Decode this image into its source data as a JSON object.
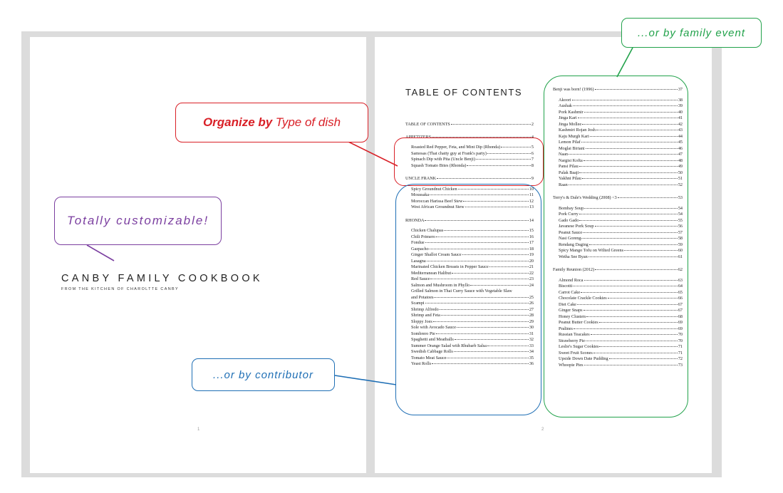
{
  "cover": {
    "title": "CANBY FAMILY COOKBOOK",
    "subtitle": "FROM THE KITCHEN OF CHAROLTTE CANBY",
    "page_number": "1"
  },
  "toc": {
    "heading": "TABLE OF CONTENTS",
    "page_number": "2",
    "left_column": [
      {
        "title": "TABLE OF CONTENTS",
        "page": "2",
        "items": []
      },
      {
        "title": "APPETIZERS",
        "page": "4",
        "items": [
          {
            "label": "Roasted Red Pepper, Feta, and Mint Dip (Rhonda)",
            "page": "5"
          },
          {
            "label": "Samosas (That chatty guy at Frank's party)",
            "page": "6"
          },
          {
            "label": "Spinach Dip with Pita (Uncle Benji)",
            "page": "7"
          },
          {
            "label": "Squash Tomato Bites (Rhonda)",
            "page": "8"
          }
        ]
      },
      {
        "title": "UNCLE FRANK",
        "page": "9",
        "items": [
          {
            "label": "Spicy Groundnut Chicken",
            "page": "10"
          },
          {
            "label": "Moussaka",
            "page": "11"
          },
          {
            "label": "Moroccan Harissa Beef Stew",
            "page": "12"
          },
          {
            "label": "West African Groundnut Stew",
            "page": "13"
          }
        ]
      },
      {
        "title": "RHONDA",
        "page": "14",
        "items": [
          {
            "label": "Chicken Chalupas",
            "page": "15"
          },
          {
            "label": "Chili Primero",
            "page": "16"
          },
          {
            "label": "Fondue",
            "page": "17"
          },
          {
            "label": "Gazpacho",
            "page": "18"
          },
          {
            "label": "Ginger Shallot Cream Sauce",
            "page": "19"
          },
          {
            "label": "Lasagna",
            "page": "20"
          },
          {
            "label": "Marinated Chicken Breasts in Pepper Sauce",
            "page": "21"
          },
          {
            "label": "Mediterranean Halibut",
            "page": "22"
          },
          {
            "label": "Red Sauce",
            "page": "23"
          },
          {
            "label": "Salmon and Mushroom in Phyllo",
            "page": "24"
          },
          {
            "label": "Grilled Salmon in Thai Curry Sauce with Vegetable Slaw",
            "page": "",
            "wrap_first": true
          },
          {
            "label": "and Potatoes",
            "page": "25"
          },
          {
            "label": "Scampi",
            "page": "26"
          },
          {
            "label": "Shrimp Alfredo",
            "page": "27"
          },
          {
            "label": "Shrimp and Feta",
            "page": "28"
          },
          {
            "label": "Sloppy Joes",
            "page": "29"
          },
          {
            "label": "Sole with Avocado Sauce",
            "page": "30"
          },
          {
            "label": "Sombrero Pie",
            "page": "31"
          },
          {
            "label": "Spaghetti and Meatballs",
            "page": "32"
          },
          {
            "label": "Summer Orange Salad with Rhubarb Salsa",
            "page": "33"
          },
          {
            "label": "Swedish Cabbage Rolls",
            "page": "34"
          },
          {
            "label": "Tomato Meat Sauce",
            "page": "35"
          },
          {
            "label": "Yeast Rolls",
            "page": "36"
          }
        ]
      }
    ],
    "right_column": [
      {
        "title": "Benji was born! (1996)",
        "page": "37",
        "items": [
          {
            "label": "Akoori",
            "page": "38"
          },
          {
            "label": "Aushak",
            "page": "39"
          },
          {
            "label": "Pork Kashmir",
            "page": "40"
          },
          {
            "label": "Jinga Kari",
            "page": "41"
          },
          {
            "label": "Jinga Mollee",
            "page": "42"
          },
          {
            "label": "Kashmiri Rojan Josh",
            "page": "43"
          },
          {
            "label": "Kaju Murgh Kari",
            "page": "44"
          },
          {
            "label": "Lemon Pilaf",
            "page": "45"
          },
          {
            "label": "Moglai Biriani",
            "page": "46"
          },
          {
            "label": "Naan",
            "page": "47"
          },
          {
            "label": "Nargisi Kofta",
            "page": "48"
          },
          {
            "label": "Pansi Pilau",
            "page": "49"
          },
          {
            "label": "Palak Baaji",
            "page": "50"
          },
          {
            "label": "Yakhni Pilau",
            "page": "51"
          },
          {
            "label": "Raan",
            "page": "52"
          }
        ]
      },
      {
        "title": "Terry's & Dale's Wedding (2008) <3",
        "page": "53",
        "items": [
          {
            "label": "Bombay Soup",
            "page": "54"
          },
          {
            "label": "Pork Curry",
            "page": "54"
          },
          {
            "label": "Gado Gado",
            "page": "55"
          },
          {
            "label": "Javanese Pork Soup",
            "page": "56"
          },
          {
            "label": "Peanut Sauce",
            "page": "57"
          },
          {
            "label": "Nasi Goreng",
            "page": "58"
          },
          {
            "label": "Rendang Daging",
            "page": "59"
          },
          {
            "label": "Spicy Mango Tofu on Wilted Greens",
            "page": "60"
          },
          {
            "label": "Wetha See Byan",
            "page": "61"
          }
        ]
      },
      {
        "title": "Family Reunion (2012)",
        "page": "62",
        "items": [
          {
            "label": "Almond Roca",
            "page": "63"
          },
          {
            "label": "Biscotti",
            "page": "64"
          },
          {
            "label": "Carrot Cake",
            "page": "65"
          },
          {
            "label": "Chocolate Crackle Cookies",
            "page": "66"
          },
          {
            "label": "Diet Cake",
            "page": "67"
          },
          {
            "label": "Ginger Snaps",
            "page": "67"
          },
          {
            "label": "Honey Clusters",
            "page": "68"
          },
          {
            "label": "Peanut Butter Cookies",
            "page": "69"
          },
          {
            "label": "Pralines",
            "page": "69"
          },
          {
            "label": "Russian Teacakes",
            "page": "70"
          },
          {
            "label": "Strawberry Pie",
            "page": "70"
          },
          {
            "label": "Leslie's Sugar Cookies",
            "page": "71"
          },
          {
            "label": "Sweet Fruit Scones",
            "page": "71"
          },
          {
            "label": "Upside Down Date Pudding",
            "page": "72"
          },
          {
            "label": "Whoopie Pies",
            "page": "73"
          }
        ]
      }
    ]
  },
  "callouts": {
    "type_of_dish_bold": "Organize by",
    "type_of_dish_rest": "Type of dish",
    "customizable": "Totally customizable!",
    "contributor": "...or by contributor",
    "family_event": "...or by family event"
  },
  "colors": {
    "red": "#d92027",
    "purple": "#7b3fa0",
    "blue": "#1f6fb5",
    "green": "#22a24b"
  }
}
